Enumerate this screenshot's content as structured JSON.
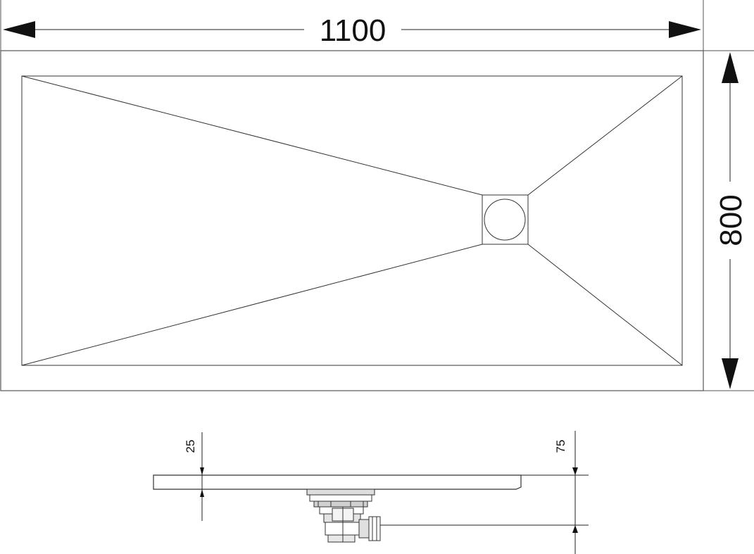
{
  "drawing": {
    "plan_view": {
      "width_label": "1100",
      "height_label": "800"
    },
    "side_view": {
      "tray_thickness_label": "25",
      "total_height_label": "75"
    }
  }
}
